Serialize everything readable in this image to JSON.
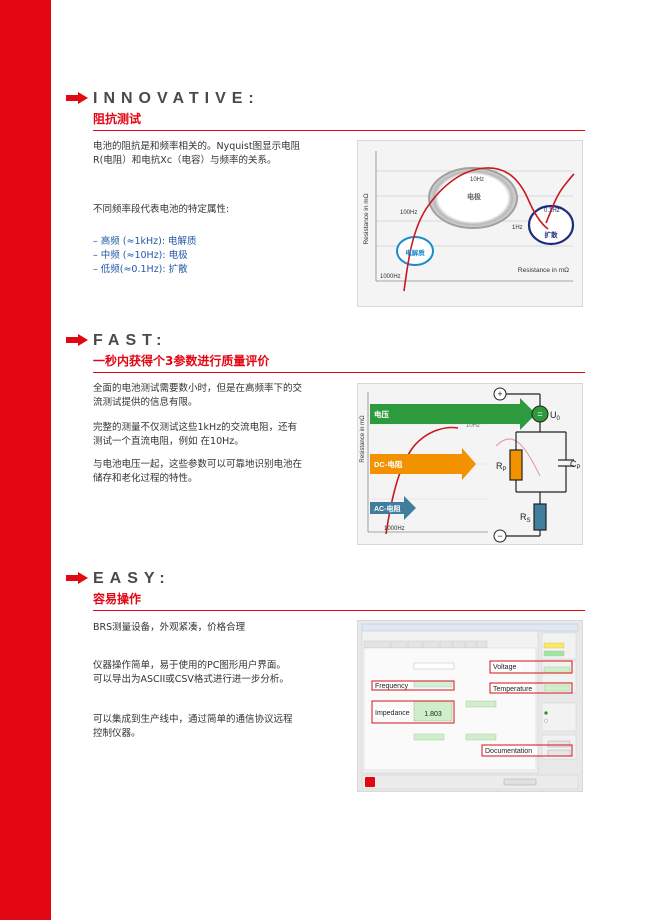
{
  "innovative": {
    "heading": "INNOVATIVE:",
    "subheading": "阻抗测试",
    "para1_line1": "电池的阻抗是和频率相关的。Nyquist图显示电阻",
    "para1_line2": "R(电阻）和电抗Xc（电容）与频率的关系。",
    "para2": "不同频率段代表电池的特定属性:",
    "bullets": [
      "– 高频 (≈1kHz): 电解质",
      "– 中频 (≈10Hz): 电极",
      "– 低频(≈0.1Hz): 扩散"
    ],
    "chart": {
      "ylabel": "Resistance in mΩ",
      "xlabel": "Resistance in mΩ",
      "label_10hz": "10Hz",
      "label_100hz": "100Hz",
      "label_1hz": "1Hz",
      "label_01hz": "0.1Hz",
      "label_1000hz": "1000Hz",
      "label_electrode": "电极",
      "label_electrolyte": "电解质",
      "label_diffusion": "扩散"
    }
  },
  "fast": {
    "heading": "FAST:",
    "subheading": "一秒内获得个3参数进行质量评价",
    "para1_line1": "全面的电池测试需要数小时，但是在高频率下的交",
    "para1_line2": "流测试提供的信息有限。",
    "para2_line1": "完整的测量不仅测试这些1kHz的交流电阻，还有",
    "para2_line2": "测试一个直流电阻，例如 在10Hz。",
    "para3_line1": "与电池电压一起，这些参数可以可靠地识别电池在",
    "para3_line2": "储存和老化过程的特性。",
    "diagram": {
      "ylabel": "Resistance in mΩ",
      "arrow_voltage": "电压",
      "arrow_dc": "DC-电阻",
      "arrow_ac": "AC-电阻",
      "label_10hz": "10Hz",
      "label_1000hz": "1000Hz",
      "plus": "+",
      "minus": "−",
      "u0": "U",
      "u0_sub": "0",
      "rp": "R",
      "rp_sub": "P",
      "cp": "C",
      "cp_sub": "P",
      "rs": "R",
      "rs_sub": "S",
      "eq": "="
    }
  },
  "easy": {
    "heading": "EASY:",
    "subheading": "容易操作",
    "para1": "BRS测量设备，外观紧凑，价格合理",
    "para2_line1": "仪器操作简单，易于使用的PC图形用户界面。",
    "para2_line2": "可以导出为ASCII或CSV格式进行进一步分析。",
    "para3_line1": "可以集成到生产线中，通过简单的通信协议远程",
    "para3_line2": "控制仪器。",
    "screenshot": {
      "label_frequency": "Frequency",
      "label_impedance": "Impedance",
      "label_voltage": "Voltage",
      "label_temperature": "Temperature",
      "label_documentation": "Documentation",
      "impedance_value": "1.803"
    }
  },
  "colors": {
    "accent": "#e30613",
    "blue": "#2458a8",
    "green": "#2e9a3e",
    "orange": "#f39200",
    "teal": "#3f7e9c"
  }
}
